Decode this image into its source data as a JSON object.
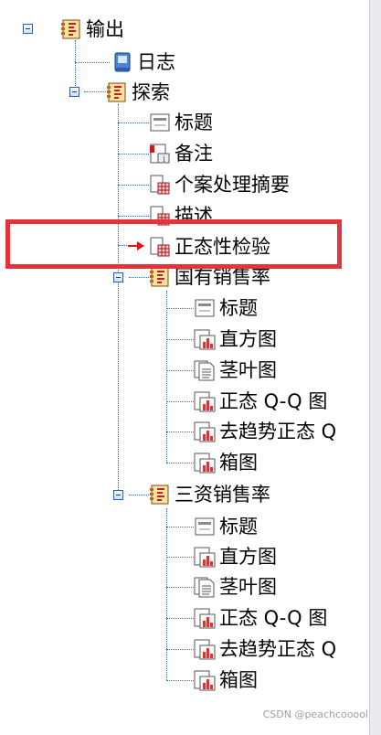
{
  "tree": {
    "root": {
      "label": "输出",
      "children": {
        "log": "日志",
        "explore": {
          "label": "探索",
          "items": [
            "标题",
            "备注",
            "个案处理摘要",
            "描述",
            "正态性检验"
          ],
          "group1": {
            "label": "国有销售率",
            "items": [
              "标题",
              "直方图",
              "茎叶图",
              "正态 Q-Q 图",
              "去趋势正态 Q",
              "箱图"
            ]
          },
          "group2": {
            "label": "三资销售率",
            "items": [
              "标题",
              "直方图",
              "茎叶图",
              "正态 Q-Q 图",
              "去趋势正态 Q",
              "箱图"
            ]
          }
        }
      }
    }
  },
  "watermark": "CSDN @peachcooool",
  "colors": {
    "highlight": "#e5323b",
    "tree_line": "#2f6fd0",
    "chart_bars": "#d23a3a"
  },
  "selected_item": "正态性检验"
}
